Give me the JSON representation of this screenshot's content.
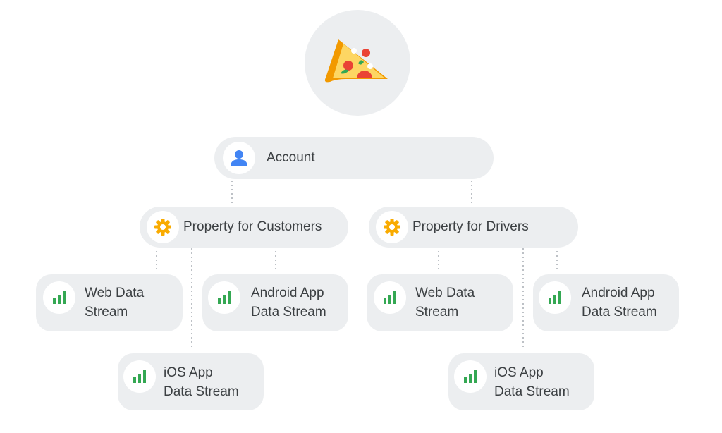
{
  "diagram": {
    "logo": {
      "icon": "pizza-slice-icon"
    },
    "account": {
      "label": "Account",
      "icon": "person-icon"
    },
    "properties": [
      {
        "label": "Property for Customers",
        "icon": "gear-icon",
        "streams": [
          {
            "line1": "Web Data",
            "line2": "Stream",
            "icon": "bar-chart-icon"
          },
          {
            "line1": "Android App",
            "line2": "Data Stream",
            "icon": "bar-chart-icon"
          },
          {
            "line1": "iOS App",
            "line2": "Data Stream",
            "icon": "bar-chart-icon"
          }
        ]
      },
      {
        "label": "Property for Drivers",
        "icon": "gear-icon",
        "streams": [
          {
            "line1": "Web Data",
            "line2": "Stream",
            "icon": "bar-chart-icon"
          },
          {
            "line1": "Android App",
            "line2": "Data Stream",
            "icon": "bar-chart-icon"
          },
          {
            "line1": "iOS App",
            "line2": "Data Stream",
            "icon": "bar-chart-icon"
          }
        ]
      }
    ],
    "colors": {
      "node_bg": "#eceef0",
      "gear": "#f9ab00",
      "bars": "#34a853",
      "person": "#4285f4",
      "connector": "#bdc1c6"
    }
  }
}
